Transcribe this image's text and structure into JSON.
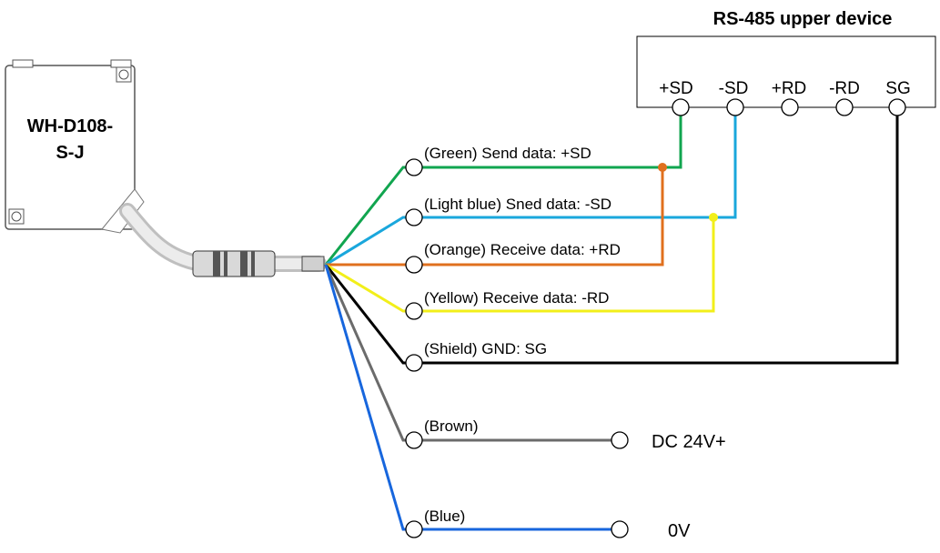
{
  "sensor": {
    "model_line1": "WH-D108-",
    "model_line2": "S-J"
  },
  "upper_device": {
    "title": "RS-485 upper device",
    "terminals": [
      "+SD",
      "-SD",
      "+RD",
      "-RD",
      "SG"
    ]
  },
  "wires": [
    {
      "label": "(Green) Send data: +SD",
      "color": "#11a54f"
    },
    {
      "label": "(Light blue) Sned data: -SD",
      "color": "#1aa7dc"
    },
    {
      "label": "(Orange) Receive data: +RD",
      "color": "#e0701e"
    },
    {
      "label": "(Yellow) Receive data: -RD",
      "color": "#f2ef1a"
    },
    {
      "label": "(Shield) GND: SG",
      "color": "#000000"
    },
    {
      "label": "(Brown)",
      "color": "#6b6b6b"
    },
    {
      "label": "(Blue)",
      "color": "#1766dd"
    }
  ],
  "power": {
    "brown_label": "DC 24V+",
    "blue_label": "0V"
  }
}
